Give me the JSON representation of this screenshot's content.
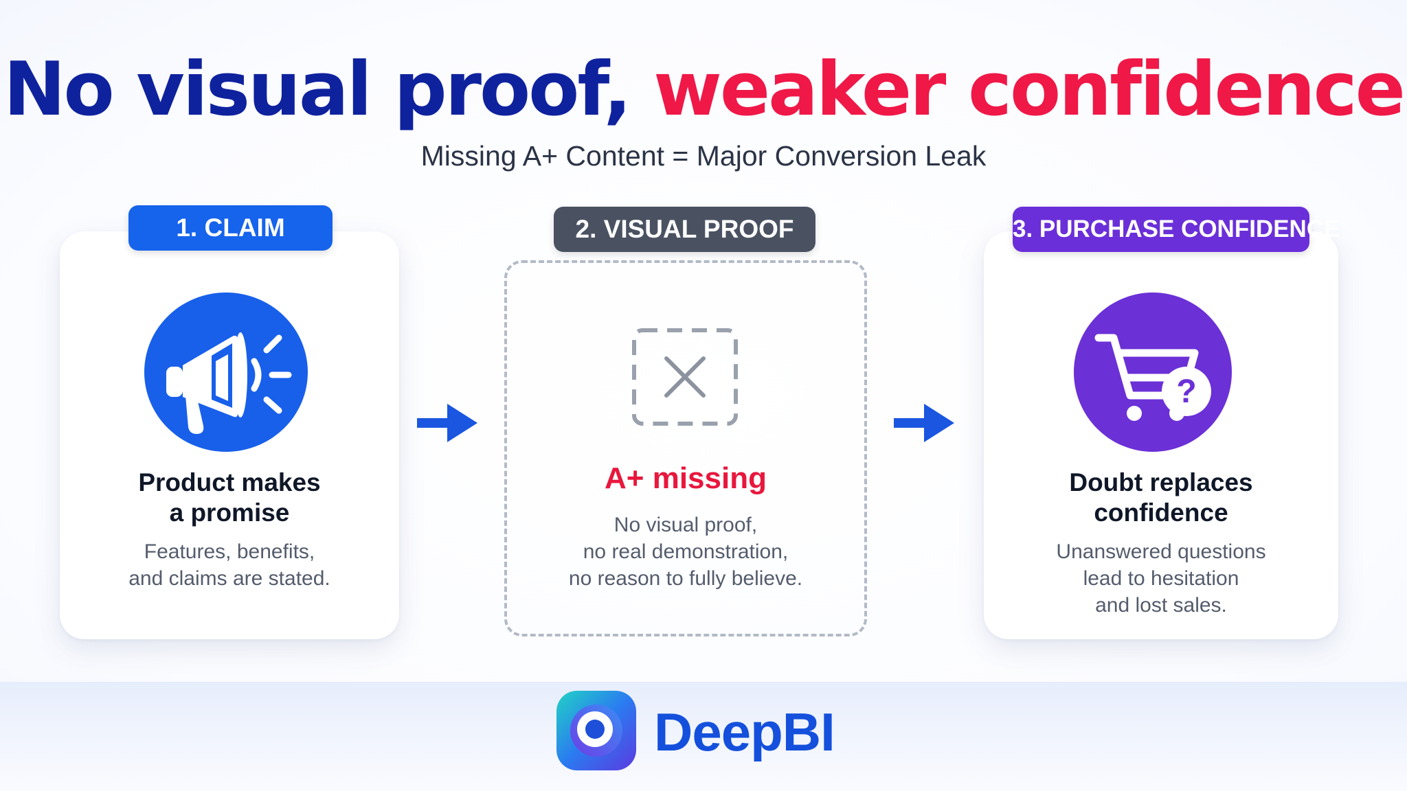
{
  "headline": {
    "part1": "No visual proof,",
    "part2": "weaker confidence"
  },
  "subtitle": "Missing A+ Content = Major Conversion Leak",
  "steps": [
    {
      "badge": "1. CLAIM",
      "icon": "megaphone-icon",
      "title_lines": [
        "Product makes",
        "a promise"
      ],
      "desc_lines": [
        "Features, benefits,",
        "and claims are stated."
      ]
    },
    {
      "badge": "2. VISUAL PROOF",
      "icon": "missing-image-x-icon",
      "title_lines": [
        "A+ missing"
      ],
      "desc_lines": [
        "No visual proof,",
        "no real demonstration,",
        "no reason to fully believe."
      ]
    },
    {
      "badge": "3. PURCHASE CONFIDENCE",
      "icon": "cart-question-icon",
      "title_lines": [
        "Doubt replaces",
        "confidence"
      ],
      "desc_lines": [
        "Unanswered questions",
        "lead to hesitation",
        "and lost sales."
      ]
    }
  ],
  "brand": {
    "name": "DeepBI",
    "icon": "deepbi-logo-icon"
  },
  "colors": {
    "headline_primary": "#0f229e",
    "headline_accent": "#ef1847",
    "claim_blue": "#1663ec",
    "proof_gray": "#4a5262",
    "confidence_purple": "#6a2fd9",
    "missing_red": "#e8173d",
    "arrow_blue": "#1a56e0"
  }
}
